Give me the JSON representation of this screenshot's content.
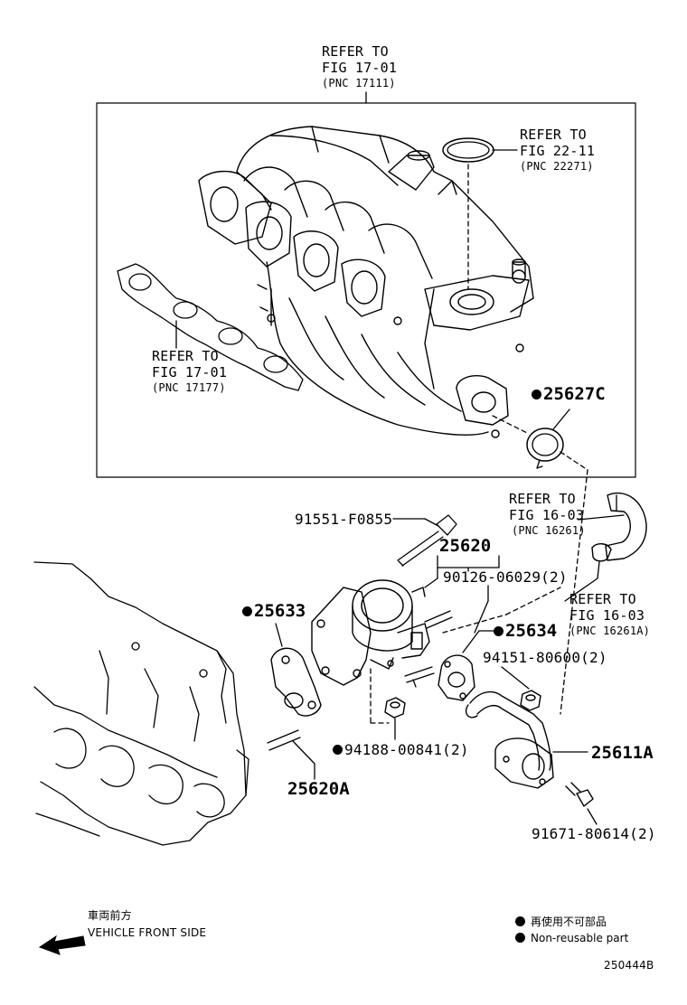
{
  "refs": {
    "top": {
      "line1": "REFER TO",
      "line2": "FIG 17-01",
      "pnc": "(PNC 17111)"
    },
    "ring": {
      "line1": "REFER TO",
      "line2": "FIG 22-11",
      "pnc": "(PNC 22271)"
    },
    "gasket": {
      "line1": "REFER TO",
      "line2": "FIG 17-01",
      "pnc": "(PNC 17177)"
    },
    "hose": {
      "line1": "REFER TO",
      "line2": "FIG 16-03",
      "pnc": "(PNC 16261)"
    },
    "clamp": {
      "line1": "REFER TO",
      "line2": "FIG 16-03",
      "pnc": "(PNC 16261A)"
    }
  },
  "parts": {
    "p25627C": "25627C",
    "p91551": "91551-F0855",
    "p25620": "25620",
    "p90126": "90126-06029(2)",
    "p25633": "25633",
    "p25634": "25634",
    "p94151": "94151-80600(2)",
    "p94188": "94188-00841(2)",
    "p25611A": "25611A",
    "p25620A": "25620A",
    "p91671": "91671-80614(2)"
  },
  "direction": {
    "jp": "車両前方",
    "en": "VEHICLE FRONT SIDE"
  },
  "legend": {
    "jp": "再使用不可部品",
    "en": "Non-reusable part"
  },
  "diagram_id": "250444B"
}
